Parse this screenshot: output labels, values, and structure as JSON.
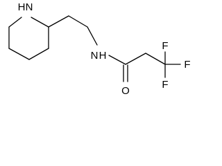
{
  "structure": {
    "ring_nh_label": "H",
    "ring_n_label": "N",
    "amide_n_label": "N",
    "amide_h_label": "H",
    "oxygen_label": "O",
    "fluorine_labels": [
      "F",
      "F",
      "F"
    ]
  },
  "colors": {
    "bond": "#000000",
    "label": "#000000",
    "background": "#ffffff"
  }
}
